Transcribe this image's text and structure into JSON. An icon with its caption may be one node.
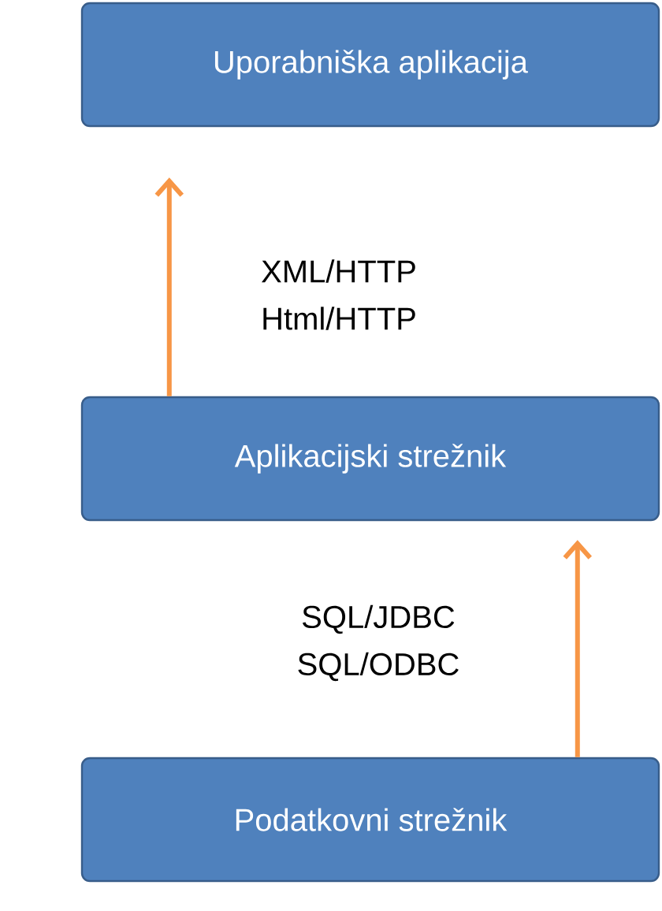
{
  "diagram": {
    "nodes": [
      {
        "text": [
          "Uporabniška aplikacija"
        ]
      },
      {
        "text": [
          "Aplikacijski strežnik"
        ]
      },
      {
        "text": [
          "Podatkovni strežnik"
        ]
      }
    ],
    "edges": [
      {
        "from": 1,
        "to": 0,
        "arrow": "to",
        "label": "XML/HTTP Html/HTTP"
      },
      {
        "from": 2,
        "to": 1,
        "arrow": "to",
        "label": "SQL/JDBC SQL/ODBC"
      }
    ]
  }
}
